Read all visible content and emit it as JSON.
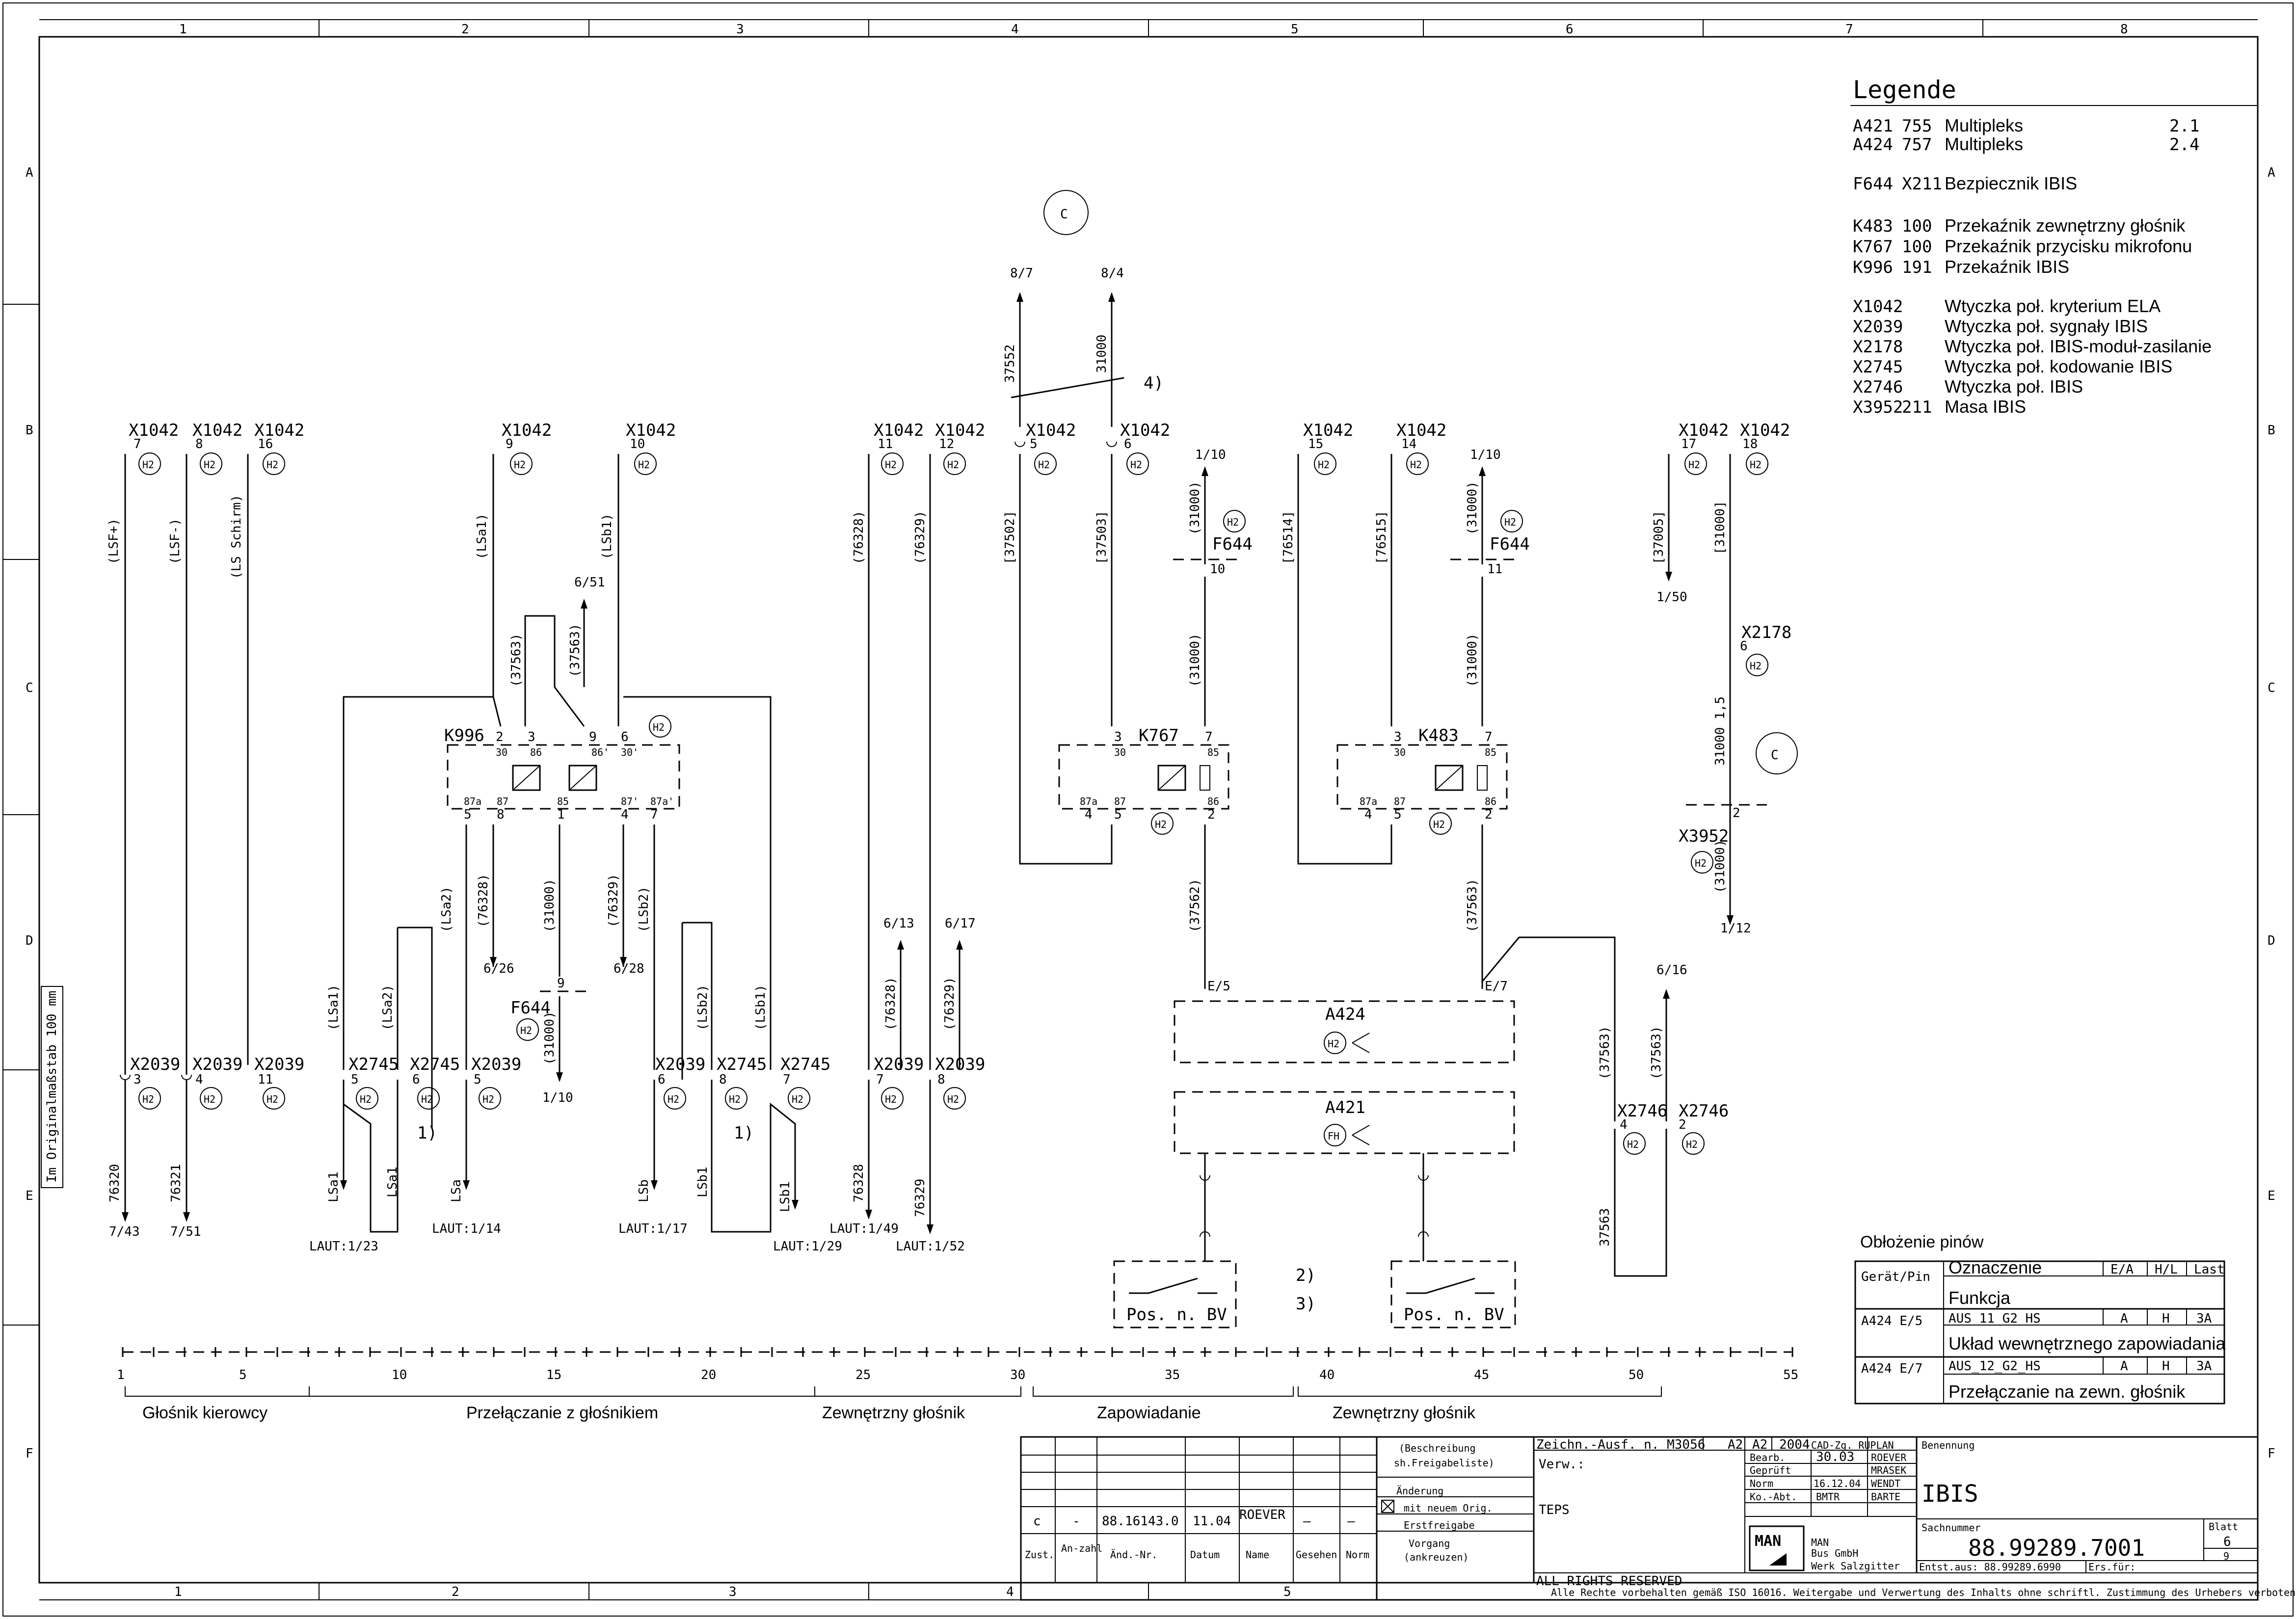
{
  "sheet": {
    "col_numbers": [
      "1",
      "2",
      "3",
      "4",
      "5",
      "6",
      "7",
      "8"
    ],
    "row_letters": [
      "A",
      "B",
      "C",
      "D",
      "E",
      "F"
    ],
    "scale_note": "Im Originalmaßstab 100 mm"
  },
  "legend": {
    "title": "Legende",
    "entries": [
      {
        "code": "A421",
        "num": "755",
        "desc": "Multipleks",
        "ref": "2.1"
      },
      {
        "code": "A424",
        "num": "757",
        "desc": "Multipleks",
        "ref": "2.4"
      },
      {
        "code": "F644",
        "num": "X211",
        "desc": "Bezpiecznik IBIS",
        "ref": ""
      },
      {
        "code": "K483",
        "num": "100",
        "desc": "Przekaźnik zewnętrzny głośnik",
        "ref": ""
      },
      {
        "code": "K767",
        "num": "100",
        "desc": "Przekaźnik przycisku mikrofonu",
        "ref": ""
      },
      {
        "code": "K996",
        "num": "191",
        "desc": "Przekaźnik IBIS",
        "ref": ""
      },
      {
        "code": "X1042",
        "num": "",
        "desc": "Wtyczka poł. kryterium ELA",
        "ref": ""
      },
      {
        "code": "X2039",
        "num": "",
        "desc": "Wtyczka poł. sygnały IBIS",
        "ref": ""
      },
      {
        "code": "X2178",
        "num": "",
        "desc": "Wtyczka poł. IBIS-moduł-zasilanie",
        "ref": ""
      },
      {
        "code": "X2745",
        "num": "",
        "desc": "Wtyczka poł. kodowanie IBIS",
        "ref": ""
      },
      {
        "code": "X2746",
        "num": "",
        "desc": "Wtyczka poł. IBIS",
        "ref": ""
      },
      {
        "code": "X3952",
        "num": "211",
        "desc": "Masa IBIS",
        "ref": ""
      }
    ]
  },
  "pinout": {
    "title": "Obłożenie pinów",
    "headers": [
      "Gerät/Pin",
      "Oznaczenie",
      "E/A",
      "H/L",
      "Last"
    ],
    "subheader": "Funkcja",
    "rows": [
      {
        "pin": "A424  E/5",
        "name": "AUS_11_G2_HS",
        "ea": "A",
        "hl": "H",
        "last": "3A",
        "func": "Układ wewnętrznego zapowiadania"
      },
      {
        "pin": "A424  E/7",
        "name": "AUS_12_G2_HS",
        "ea": "A",
        "hl": "H",
        "last": "3A",
        "func": "Przełączanie na zewn. głośnik"
      }
    ]
  },
  "ruler": {
    "labels": [
      "1",
      "5",
      "10",
      "15",
      "20",
      "25",
      "30",
      "35",
      "40",
      "45",
      "50",
      "55"
    ],
    "sections": [
      "Głośnik kierowcy",
      "Przełączanie z głośnikiem",
      "Zewnętrzny głośnik",
      "Zapowiadanie",
      "Zewnętrzny głośnik"
    ]
  },
  "diagram": {
    "top_connectors": [
      {
        "name": "X1042",
        "pin": "7",
        "wire": "(LSF+)",
        "end": "7/43"
      },
      {
        "name": "X1042",
        "pin": "8",
        "wire": "(LSF-)",
        "end": "7/51"
      },
      {
        "name": "X1042",
        "pin": "16",
        "wire": "(LS Schirm)",
        "end": ""
      },
      {
        "name": "X1042",
        "pin": "9",
        "wire": "(LSa1)",
        "end": ""
      },
      {
        "name": "X1042",
        "pin": "10",
        "wire": "(LSb1)",
        "end": ""
      },
      {
        "name": "X1042",
        "pin": "11",
        "wire": "[76328]",
        "end": ""
      },
      {
        "name": "X1042",
        "pin": "12",
        "wire": "[76329]",
        "end": ""
      },
      {
        "name": "X1042",
        "pin": "5",
        "wire": "[37502]",
        "end": ""
      },
      {
        "name": "X1042",
        "pin": "6",
        "wire": "[37503]",
        "end": ""
      },
      {
        "name": "X1042",
        "pin": "15",
        "wire": "[76514]",
        "end": ""
      },
      {
        "name": "X1042",
        "pin": "14",
        "wire": "[76515]",
        "end": ""
      },
      {
        "name": "X1042",
        "pin": "17",
        "wire": "[37005]",
        "end": "1/50"
      },
      {
        "name": "X1042",
        "pin": "18",
        "wire": "[31000]",
        "end": ""
      }
    ],
    "bottom_connectors": [
      {
        "name": "X2039",
        "pin": "3"
      },
      {
        "name": "X2039",
        "pin": "4"
      },
      {
        "name": "X2039",
        "pin": "11"
      },
      {
        "name": "X2745",
        "pin": "5"
      },
      {
        "name": "X2745",
        "pin": "6"
      },
      {
        "name": "X2039",
        "pin": "5"
      },
      {
        "name": "X2039",
        "pin": "6"
      },
      {
        "name": "X2745",
        "pin": "8"
      },
      {
        "name": "X2745",
        "pin": "7"
      },
      {
        "name": "X2039",
        "pin": "7"
      },
      {
        "name": "X2039",
        "pin": "8"
      }
    ],
    "h2": "H2",
    "fh": "FH",
    "c": "C",
    "ref_8_7": "8/7",
    "ref_8_4": "8/4",
    "wire_37552": "37552",
    "wire_31000": "31000",
    "wire_31000p": "(31000)",
    "note_4": "4)",
    "note_1": "1)",
    "note_2": "2)",
    "note_3": "3)",
    "ref_1_10": "1/10",
    "ref_1_12": "1/12",
    "ref_1_50": "1/50",
    "ref_6_51": "6/51",
    "ref_6_26": "6/26",
    "ref_6_28": "6/28",
    "ref_6_13": "6/13",
    "ref_6_17": "6/17",
    "ref_6_16": "6/16",
    "ref_7_43": "7/43",
    "ref_7_51": "7/51",
    "laut_1_23": "LAUT:1/23",
    "laut_1_14": "LAUT:1/14",
    "laut_1_17": "LAUT:1/17",
    "laut_1_29": "LAUT:1/29",
    "laut_1_49": "LAUT:1/49",
    "laut_1_52": "LAUT:1/52",
    "k996": "K996",
    "k767": "K767",
    "k483": "K483",
    "f644": "F644",
    "a424": "A424",
    "a421": "A421",
    "x2178": "X2178",
    "x3952": "X3952",
    "x2746": "X2746",
    "pin_e5": "E/5",
    "pin_e7": "E/7",
    "pos_bv": "Pos. n. BV",
    "w_37563": "(37563)",
    "w_37562": "(37562)",
    "w_37563b": "37563",
    "w_31000_15": "31000  1,5",
    "w_lsa1": "(LSa1)",
    "w_lsa2": "(LSa2)",
    "w_lsb1": "(LSb1)",
    "w_lsb2": "(LSb2)",
    "w_76328": "(76328)",
    "w_76329": "(76329)",
    "w_76328b": "76328",
    "w_76329b": "76329",
    "w_76320": "76320",
    "w_76321": "76321",
    "w_lsa": "LSa",
    "w_lsb": "LSb",
    "w_lsa1b": "LSa1",
    "w_lsb1b": "LSb1"
  },
  "titleblock": {
    "zeichn": "Zeichn.-Ausf. n. M3056",
    "format": "A2",
    "year": "2004",
    "cad": "CAD-Zg. RUPLAN",
    "benennung": "Benennung",
    "title": "IBIS",
    "verw": "Verw.:",
    "teps": "TEPS",
    "bearb": "Bearb.",
    "bearb_date": "30.03",
    "bearb_name": "ROEVER",
    "gepr": "Geprüft",
    "gepr_name": "MRASEK",
    "norm": "Norm",
    "norm_date": "16.12.04",
    "norm_name": "WENDT",
    "koabt": "Ko.-Abt.",
    "koabt_val": "BMTR",
    "koabt_name": "BARTE",
    "sachnummer_label": "Sachnummer",
    "sachnummer": "88.99289.7001",
    "blatt_label": "Blatt",
    "blatt": "6",
    "blatt_total": "9",
    "entst": "Entst.aus: 88.99289.6990",
    "ersfur": "Ers.für:",
    "company": "MAN",
    "company_line1": "MAN",
    "company_line2": "Bus GmbH",
    "company_line3": "Werk Salzgitter",
    "rights": "ALL RIGHTS RESERVED",
    "rights_note": "Alle Rechte vorbehalten gemäß ISO 16016. Weitergabe und Verwertung des Inhalts ohne schriftl. Zustimmung des Urhebers verboten.",
    "rev_zust": "c",
    "rev_anz": "-",
    "rev_nr": "88.16143.0",
    "rev_datum": "11.04",
    "rev_name": "ROEVER",
    "rev_dash1": "—",
    "rev_dash2": "—",
    "h_zust": "Zust.",
    "h_anz": "An-zahl",
    "h_nr": "Änd.-Nr.",
    "h_datum": "Datum",
    "h_name": "Name",
    "h_gesehen": "Gesehen",
    "h_norm": "Norm",
    "beschr1": "(Beschreibung",
    "beschr2": "sh.Freigabeliste)",
    "aenderung": "Änderung",
    "mit_neuem": "mit neuem Orig.",
    "erstfreigabe": "Erstfreigabe",
    "vorgang": "Vorgang",
    "ankreuzen": "(ankreuzen)"
  }
}
